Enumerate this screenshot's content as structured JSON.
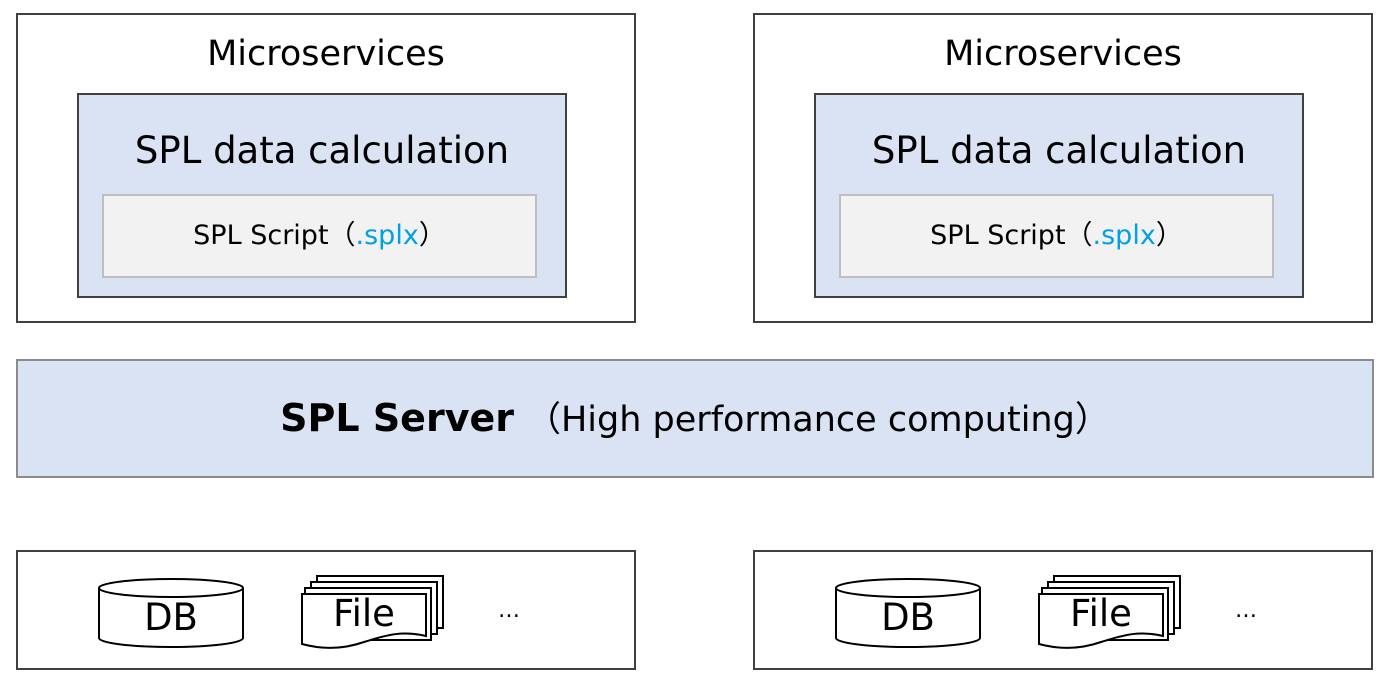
{
  "microservices": [
    {
      "title": "Microservices",
      "calc_title": "SPL data calculation",
      "script_label": "SPL Script",
      "script_open": "（",
      "script_ext": ".splx",
      "script_close": "）"
    },
    {
      "title": "Microservices",
      "calc_title": "SPL data calculation",
      "script_label": "SPL Script",
      "script_open": "（",
      "script_ext": ".splx",
      "script_close": "）"
    }
  ],
  "server": {
    "name": "SPL Server",
    "description": "（High performance computing）"
  },
  "data_sources": [
    {
      "db_label": "DB",
      "file_label": "File",
      "more": "…"
    },
    {
      "db_label": "DB",
      "file_label": "File",
      "more": "…"
    }
  ],
  "colors": {
    "panel_fill": "#dae3f3",
    "script_fill": "#f2f2f2",
    "extension_text": "#00a0e6",
    "border": "#404040"
  }
}
